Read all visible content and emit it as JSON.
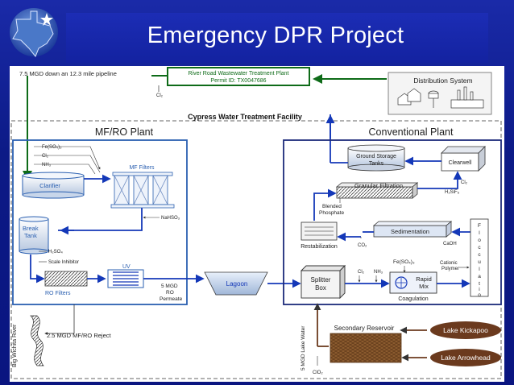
{
  "slide": {
    "title": "Emergency DPR Project"
  },
  "diagram": {
    "pipeline_label": "7.5 MGD down an 12.3 mile pipeline",
    "wwtp_name": "River Road Wastewater Treatment Plant",
    "wwtp_permit": "Permit ID:  TX0047686",
    "cl2_top": "Cl₂",
    "distribution_system": "Distribution System",
    "facility_name": "Cypress Water Treatment Facility",
    "mfro_title": "MF/RO Plant",
    "conventional_title": "Conventional Plant",
    "fe_so4": "Fe(SO₄)₃",
    "cl2_mf": "Cl₂",
    "nh3_mf": "NH₃",
    "mf_filters": "MF Filters",
    "clarifier": "Clarifier",
    "nahso3": "NaHSO₃",
    "break_tank": "Break\nTank",
    "h2so4": "H₂SO₄",
    "scale_inhibitor": "Scale Inhibitor",
    "uv": "UV",
    "ro_filters": "RO Filters",
    "ro_permeate": "5 MGD\nRO\nPermeate",
    "lagoon": "Lagoon",
    "ground_storage": "Ground Storage\nTanks",
    "clearwell": "Clearwell",
    "granular_filtration": "Granular Filtration",
    "cl2_conv": "Cl₂",
    "h2sif6": "H₂SiF₆",
    "blended_phosphate": "Blended\nPhosphate",
    "sedimentation": "Sedimentation",
    "restabilization": "Restabilization",
    "co2_conv": "CO₂",
    "caoh": "CaOH",
    "flocculation": "Flocculation",
    "cationic_polymer": "Cationic\nPolymer",
    "splitter_box": "Splitter\nBox",
    "cl2_split": "Cl₂",
    "nh3_split": "NH₃",
    "fe_so4_conv": "Fe(SO₄)₃",
    "rapid_mix": "Rapid\nMix",
    "coagulation": "Coagulation",
    "big_wichita": "Big Wichita River",
    "reject": "2.5 MGD  MF/RO Reject",
    "lake_water": "5 MGD Lake Water",
    "secondary_reservoir": "Secondary Reservoir",
    "lake_kickapoo": "Lake Kickapoo",
    "lake_arrowhead": "Lake Arrowhead",
    "clo2": "ClO₂"
  },
  "colors": {
    "background": "#0c1a86",
    "title_bar": "#1a2bb0",
    "pipeline_green": "#0e6b18",
    "flow_blue": "#1438b8",
    "plant_border_blue": "#2a5fb0",
    "conventional_border": "#1c2a7a",
    "lake_brown": "#6b3a1e",
    "reservoir_brown": "#7a4a24"
  }
}
